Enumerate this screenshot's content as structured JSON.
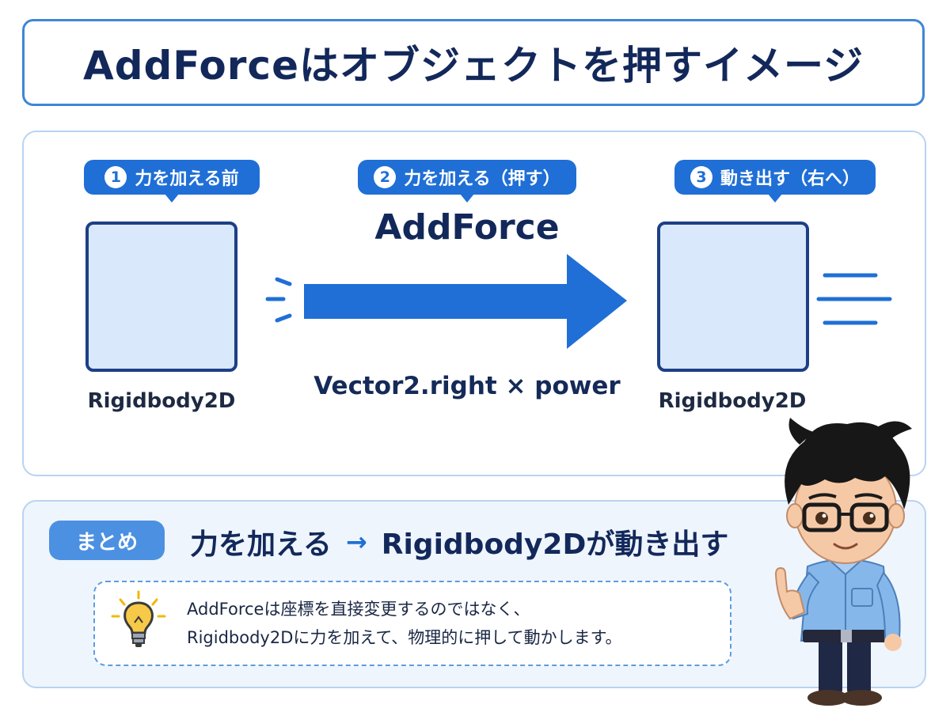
{
  "title": "AddForceはオブジェクトを押すイメージ",
  "steps": [
    {
      "number": "1",
      "label": "力を加える前"
    },
    {
      "number": "2",
      "label": "力を加える（押す）"
    },
    {
      "number": "3",
      "label": "動き出す（右へ）"
    }
  ],
  "before_object_label": "Rigidbody2D",
  "after_object_label": "Rigidbody2D",
  "force_name": "AddForce",
  "force_formula": "Vector2.right × power",
  "summary": {
    "badge": "まとめ",
    "left_text": "力を加える",
    "arrow": "→",
    "right_text": "Rigidbody2Dが動き出す"
  },
  "note": {
    "line1": "AddForceは座標を直接変更するのではなく、",
    "line2": "Rigidbody2Dに力を加えて、物理的に押して動かします。"
  },
  "colors": {
    "accent_blue": "#1f6fd6",
    "navy_text": "#13285a",
    "object_fill": "#d9e9fb",
    "object_border": "#1d3f86"
  },
  "icons": {
    "hint": "lightbulb-icon",
    "motion": "motion-lines-icon",
    "push": "push-impact-icon"
  }
}
